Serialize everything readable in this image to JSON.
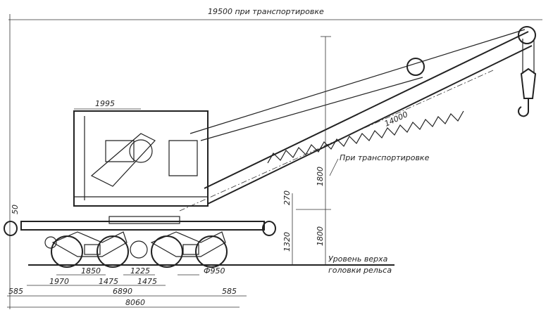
{
  "title": "Railway crane general arrangement drawing",
  "labels": {
    "overall_length_transport": "19500 при транспортировке",
    "boom_length": "14000",
    "transport_note": "При транспортировке",
    "cab_width": "1995",
    "height_boom": "1800",
    "height_270": "270",
    "height_platform": "1800",
    "height_frame": "1320",
    "offset_50": "50",
    "rail_level_line1": "Уровень верха",
    "rail_level_line2": "головки рельса",
    "bogie_base": "1850",
    "dist_1225": "1225",
    "wheel_diameter": "Ф950",
    "dist_1970": "1970",
    "axle_1475_a": "1475",
    "axle_1475_b": "1475",
    "overhang_left": "585",
    "bogie_centers": "6890",
    "overhang_right": "585",
    "overall_length": "8060"
  }
}
